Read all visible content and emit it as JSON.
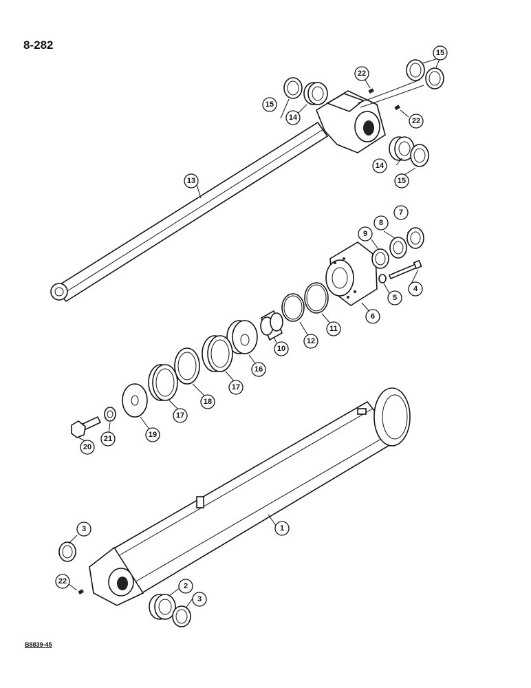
{
  "page": {
    "number": "8-282",
    "figure_code": "B8839-45"
  },
  "callouts": [
    {
      "id": "c1",
      "label": "1"
    },
    {
      "id": "c2",
      "label": "2"
    },
    {
      "id": "c3a",
      "label": "3"
    },
    {
      "id": "c3b",
      "label": "3"
    },
    {
      "id": "c4",
      "label": "4"
    },
    {
      "id": "c5",
      "label": "5"
    },
    {
      "id": "c6",
      "label": "6"
    },
    {
      "id": "c7",
      "label": "7"
    },
    {
      "id": "c8",
      "label": "8"
    },
    {
      "id": "c9",
      "label": "9"
    },
    {
      "id": "c10",
      "label": "10"
    },
    {
      "id": "c11",
      "label": "11"
    },
    {
      "id": "c12",
      "label": "12"
    },
    {
      "id": "c13",
      "label": "13"
    },
    {
      "id": "c14a",
      "label": "14"
    },
    {
      "id": "c14b",
      "label": "14"
    },
    {
      "id": "c15a",
      "label": "15"
    },
    {
      "id": "c15b",
      "label": "15"
    },
    {
      "id": "c15c",
      "label": "15"
    },
    {
      "id": "c16",
      "label": "16"
    },
    {
      "id": "c17a",
      "label": "17"
    },
    {
      "id": "c17b",
      "label": "17"
    },
    {
      "id": "c18",
      "label": "18"
    },
    {
      "id": "c19",
      "label": "19"
    },
    {
      "id": "c20",
      "label": "20"
    },
    {
      "id": "c21",
      "label": "21"
    },
    {
      "id": "c22a",
      "label": "22"
    },
    {
      "id": "c22b",
      "label": "22"
    },
    {
      "id": "c22c",
      "label": "22"
    }
  ]
}
